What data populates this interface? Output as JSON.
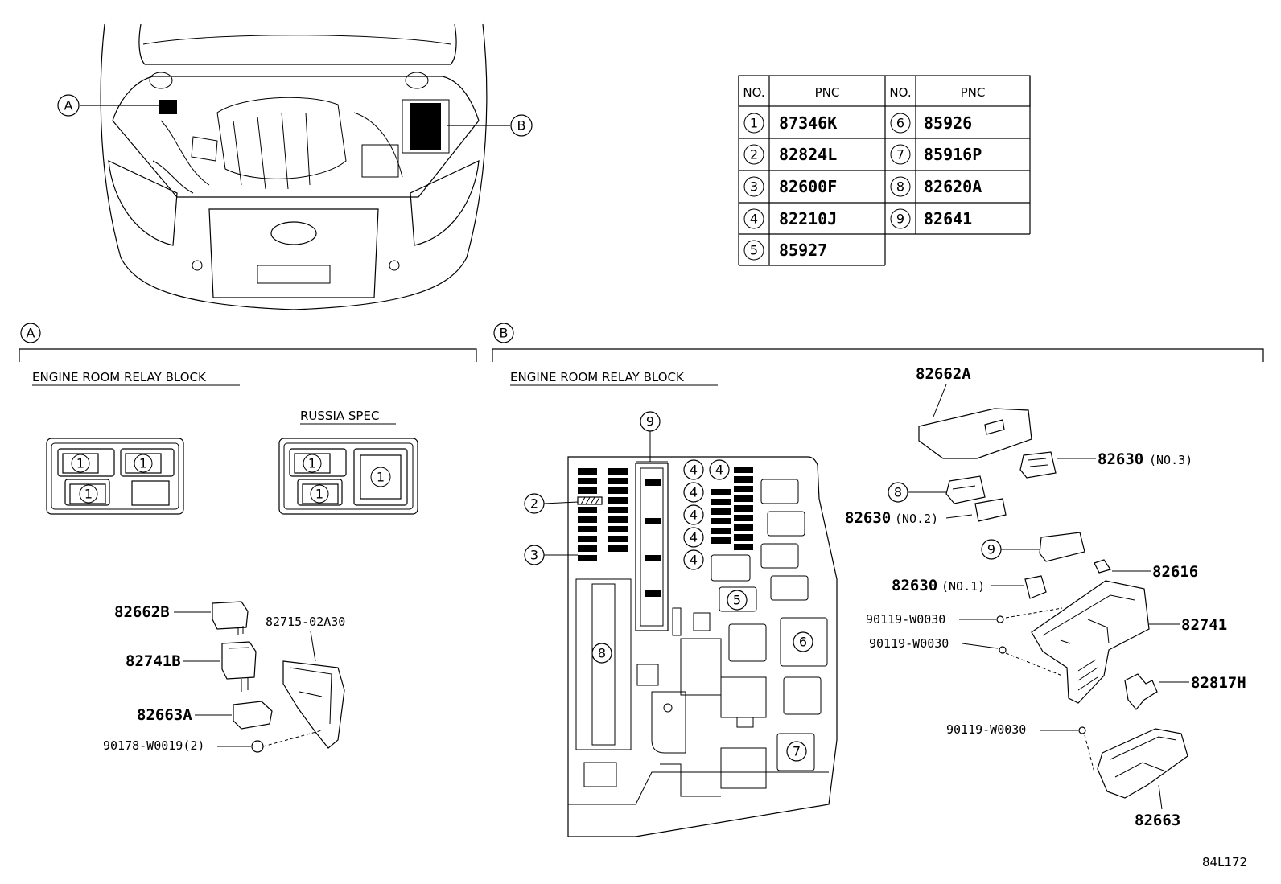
{
  "callouts": {
    "a": "A",
    "b": "B"
  },
  "table": {
    "headers": [
      "NO.",
      "PNC",
      "NO.",
      "PNC"
    ],
    "left": [
      {
        "no": "1",
        "pnc": "87346K"
      },
      {
        "no": "2",
        "pnc": "82824L"
      },
      {
        "no": "3",
        "pnc": "82600F"
      },
      {
        "no": "4",
        "pnc": "82210J"
      },
      {
        "no": "5",
        "pnc": "85927"
      }
    ],
    "right": [
      {
        "no": "6",
        "pnc": "85926"
      },
      {
        "no": "7",
        "pnc": "85916P"
      },
      {
        "no": "8",
        "pnc": "82620A"
      },
      {
        "no": "9",
        "pnc": "82641"
      }
    ]
  },
  "section_a": {
    "title": "ENGINE ROOM RELAY BLOCK",
    "russia_spec": "RUSSIA SPEC",
    "relay_no": "1",
    "parts": {
      "p1": "82662B",
      "p2": "82741B",
      "p3": "82663A",
      "p4": "90178-W0019(2)",
      "p5": "82715-02A30"
    }
  },
  "section_b": {
    "title": "ENGINE ROOM RELAY BLOCK",
    "nums": [
      "9",
      "2",
      "3",
      "4",
      "5",
      "6",
      "7",
      "8"
    ],
    "parts": {
      "cover": "82662A",
      "r3": "82630",
      "r3_note": "(NO.3)",
      "r2": "82630",
      "r2_note": "(NO.2)",
      "r1": "82630",
      "r1_note": "(NO.1)",
      "c8": "8",
      "c9": "9",
      "p82616": "82616",
      "bolt1": "90119-W0030",
      "bolt2": "90119-W0030",
      "bolt3": "90119-W0030",
      "p82741": "82741",
      "p82817H": "82817H",
      "p82663": "82663"
    }
  },
  "diagram_code": "84L172"
}
